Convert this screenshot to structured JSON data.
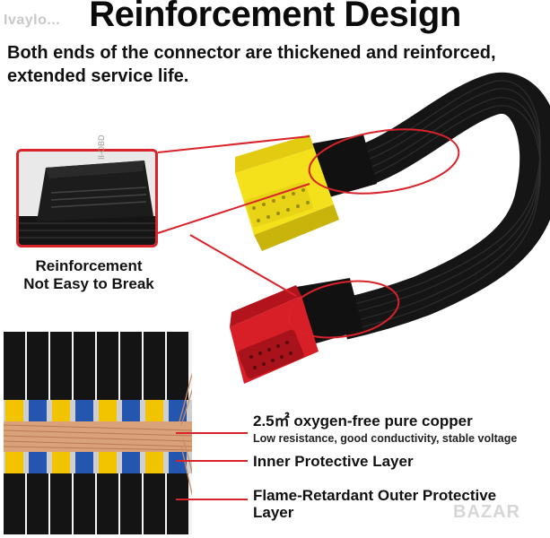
{
  "watermark": "Ivaylo...",
  "title": "Reinforcement Design",
  "subtitle": "Both ends of the connector are thickened and reinforced, extended service life.",
  "detail": {
    "caption_line1": "Reinforcement",
    "caption_line2": "Not Easy to Break",
    "connector_marking": "II-OBD"
  },
  "layers": {
    "copper_label": "2.5㎡ oxygen-free pure copper",
    "copper_sublabel": "Low resistance, good conductivity, stable voltage",
    "inner_label": "Inner Protective Layer",
    "outer_label": "Flame-Retardant Outer Protective Layer"
  },
  "brand_watermark": "BAZAR",
  "colors": {
    "accent_red": "#d8232a",
    "connector_yellow": "#f5e11b",
    "connector_red": "#d81e27",
    "cable_black": "#151515",
    "copper": "#d9a27a"
  }
}
